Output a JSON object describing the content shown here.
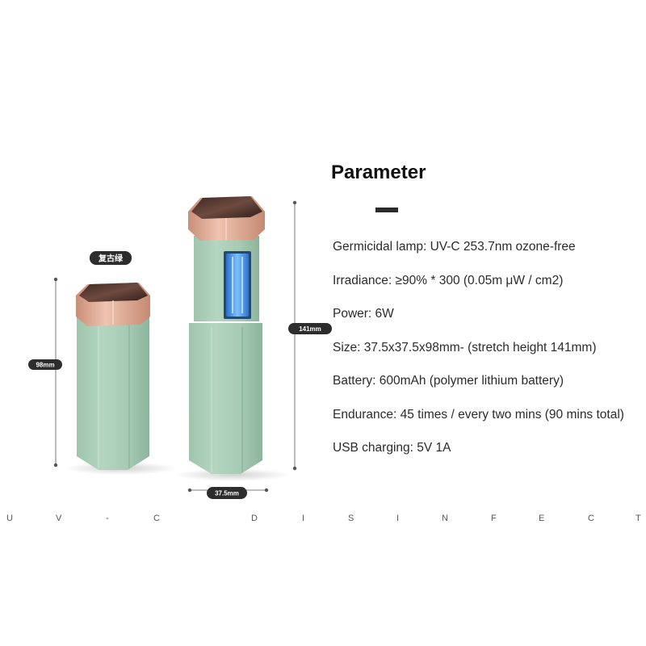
{
  "image": {
    "subject": "Two mint-green hexagonal UV-C pocket sterilizer lamps with rose-gold caps, one closed and one extended showing a blue UV tube",
    "colors": {
      "body": "#a9cdb7",
      "body_shadow": "#8fb59f",
      "cap": "#d9a58f",
      "cap_dark": "#5a3a31",
      "uv_tube": "#3f8fe0",
      "label_pill": "#2d2d2d"
    }
  },
  "product": {
    "color_label": "复古绿",
    "dimensions": {
      "closed_height": "98mm",
      "stretch_height": "141mm",
      "width": "37.5mm"
    }
  },
  "specs": {
    "title": "Parameter",
    "items": [
      "Germicidal lamp: UV-C 253.7nm ozone-free",
      "Irradiance: ≥90% * 300 (0.05m μW / cm2)",
      "Power: 6W",
      "Size: 37.5x37.5x98mm- (stretch height 141mm)",
      "Battery: 600mAh (polymer lithium battery)",
      "Endurance: 45 times / every two mins (90 mins total)",
      "USB charging: 5V 1A"
    ]
  },
  "footer": {
    "letters": [
      "U",
      "V",
      "-",
      "C",
      "D",
      "I",
      "S",
      "I",
      "N",
      "F",
      "E",
      "C",
      "T"
    ]
  }
}
